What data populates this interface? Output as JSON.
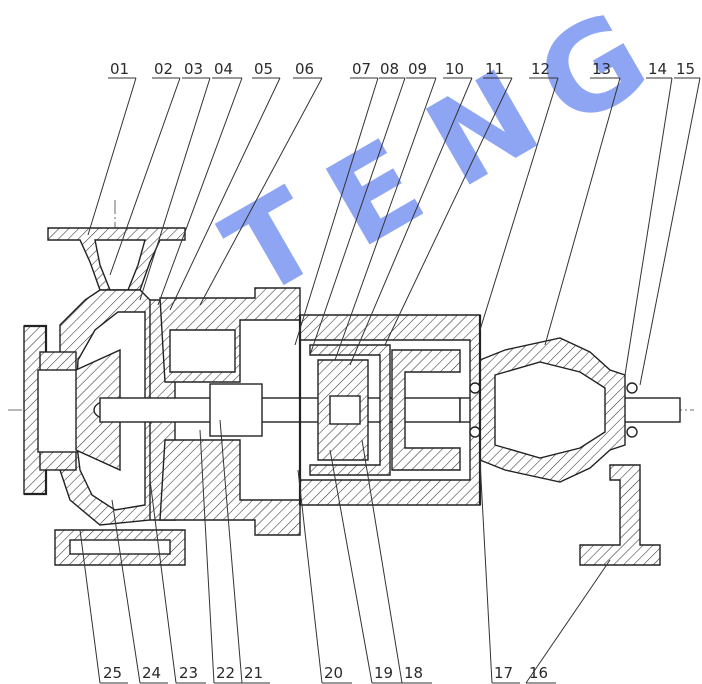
{
  "watermark": [
    "T",
    "E",
    "N",
    "G"
  ],
  "labels_top": [
    "01",
    "02",
    "03",
    "04",
    "05",
    "06",
    "07",
    "08",
    "09",
    "10",
    "11",
    "12",
    "13",
    "14",
    "15"
  ],
  "labels_bottom": [
    "25",
    "24",
    "23",
    "22",
    "21",
    "20",
    "19",
    "18",
    "17",
    "16"
  ],
  "colors": {
    "watermark": "#6f8df2",
    "line": "#222222"
  }
}
